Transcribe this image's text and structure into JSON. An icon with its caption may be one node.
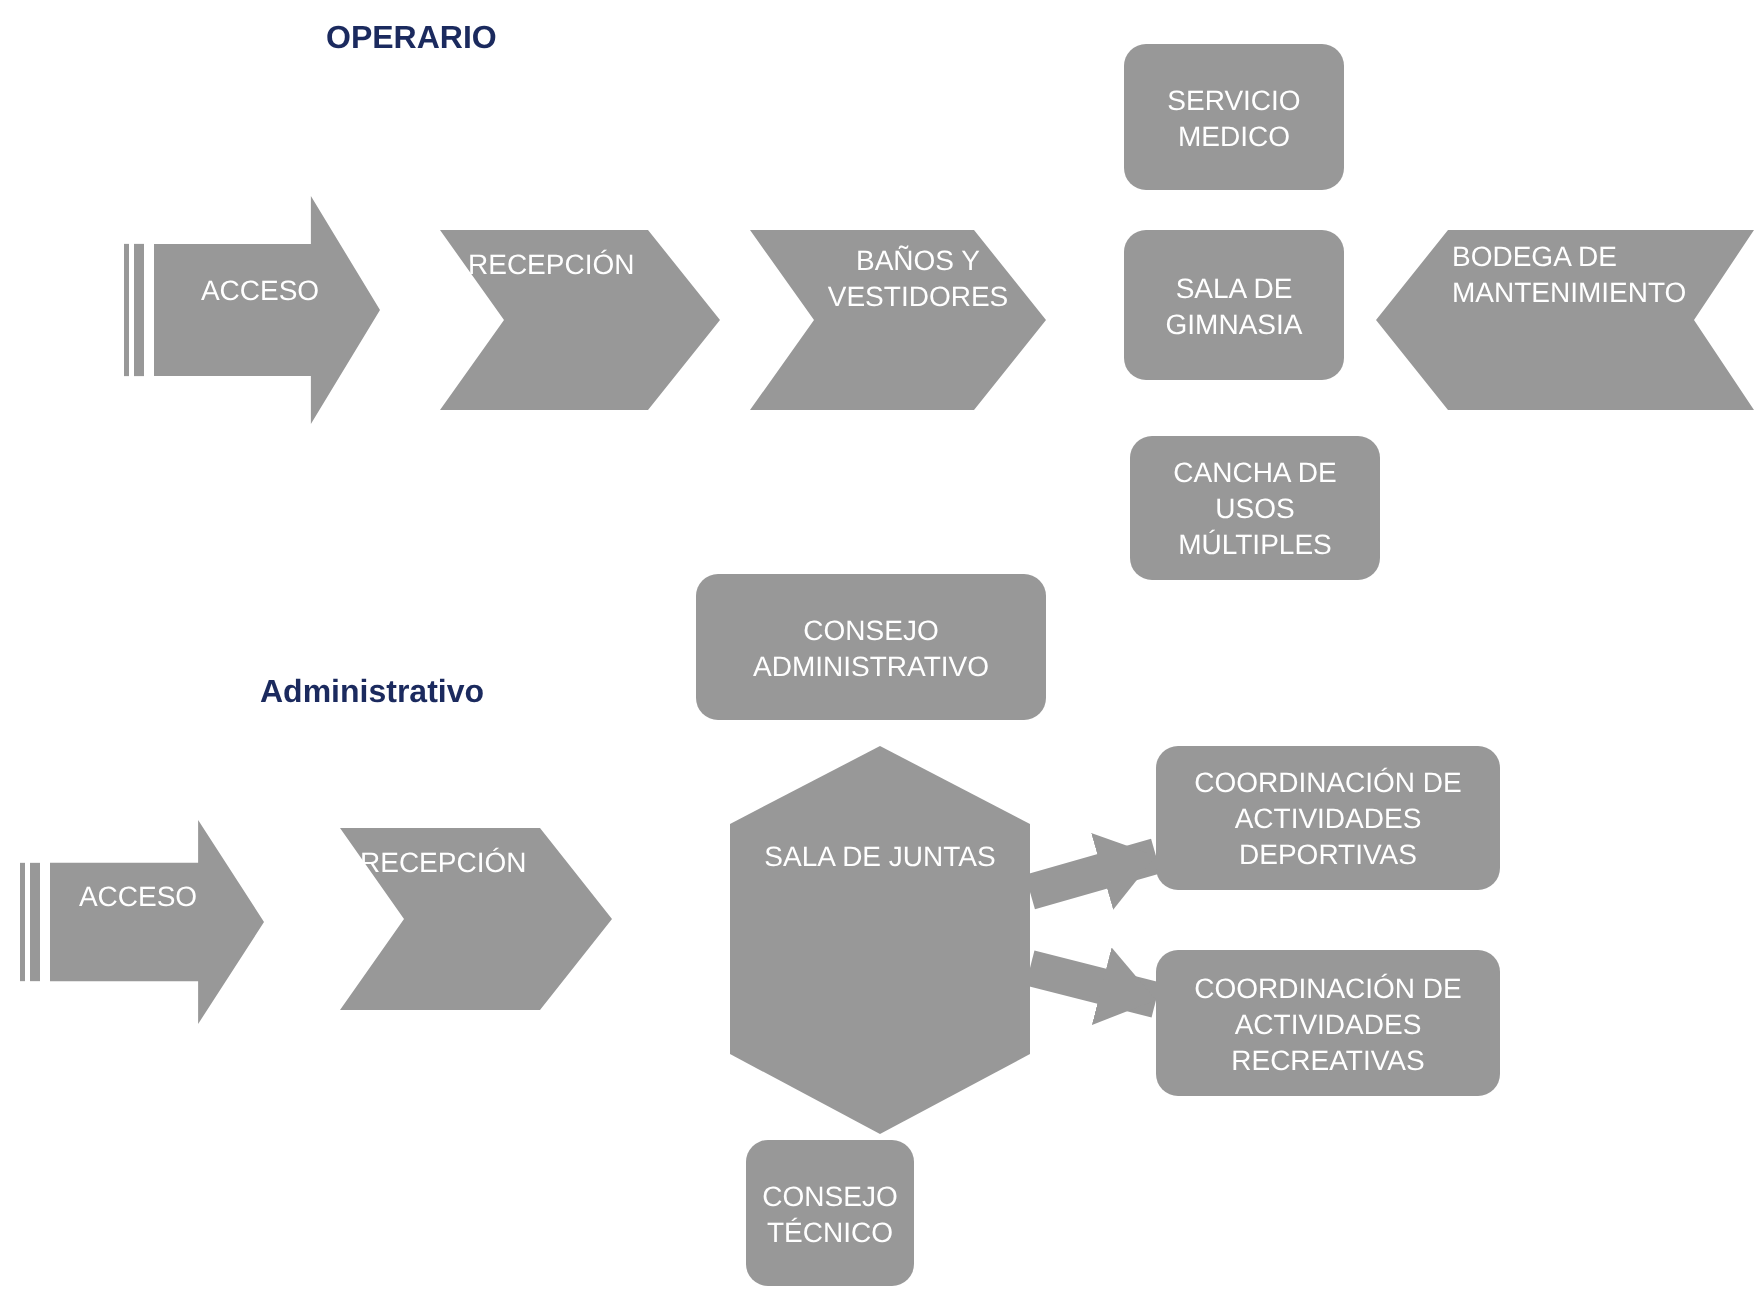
{
  "diagram": {
    "nodes": [
      {
        "text": [
          "SERVICIO MEDICO"
        ]
      },
      {
        "text": [
          "ACCESO"
        ]
      },
      {
        "text": [
          "RECEPCIÓN"
        ]
      },
      {
        "text": [
          "BAÑOS Y VESTIDORES"
        ]
      },
      {
        "text": [
          "SALA DE GIMNASIA"
        ]
      },
      {
        "text": [
          "BODEGA DE MANTENIMIENTO"
        ]
      },
      {
        "text": [
          "CANCHA DE USOS MÚLTIPLES"
        ]
      },
      {
        "text": [
          "CONSEJO ADMINISTRATIVO"
        ]
      },
      {
        "text": [
          "ACCESO"
        ]
      },
      {
        "text": [
          "RECEPCIÓN"
        ]
      },
      {
        "text": [
          "SALA DE JUNTAS"
        ]
      },
      {
        "text": [
          "COORDINACIÓN DE ACTIVIDADES DEPORTIVAS"
        ]
      },
      {
        "text": [
          "COORDINACIÓN DE ACTIVIDADES RECREATIVAS"
        ]
      },
      {
        "text": [
          "CONSEJO TÉCNICO"
        ]
      }
    ],
    "edges": [
      {
        "from": 10,
        "to": 11,
        "arrow": "to"
      },
      {
        "from": 10,
        "to": 12,
        "arrow": "to"
      }
    ],
    "labels": [
      "OPERARIO",
      "Administrativo"
    ]
  }
}
